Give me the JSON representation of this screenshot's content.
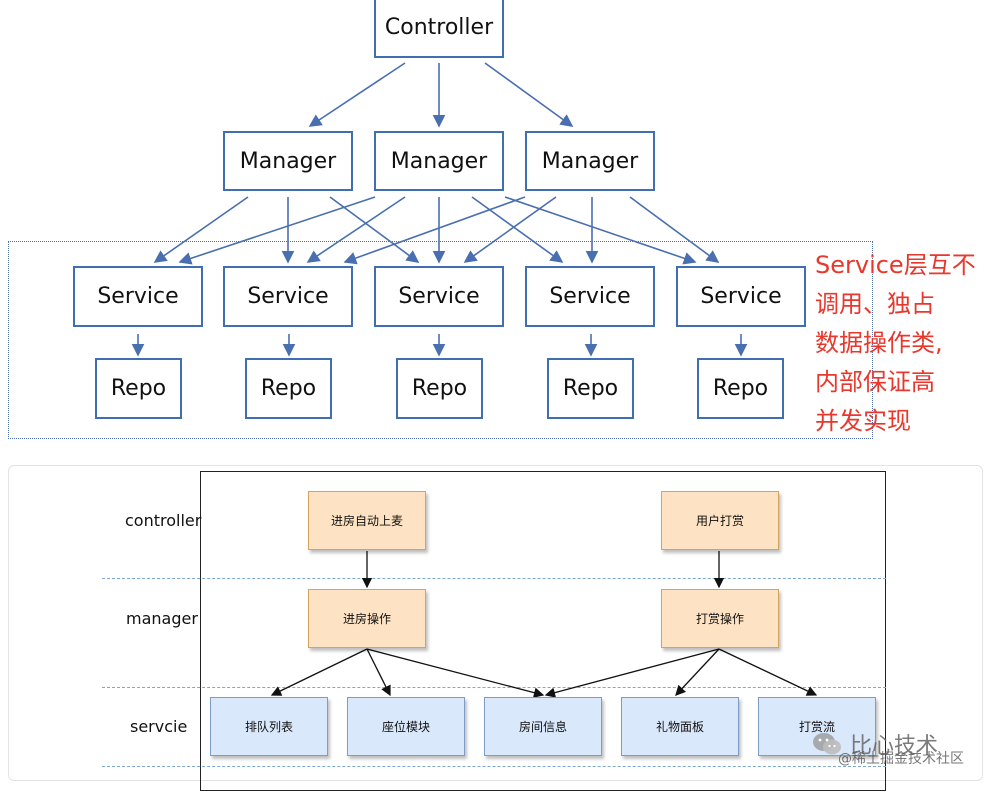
{
  "top": {
    "controller": "Controller",
    "managers": [
      "Manager",
      "Manager",
      "Manager"
    ],
    "services": [
      "Service",
      "Service",
      "Service",
      "Service",
      "Service"
    ],
    "repos": [
      "Repo",
      "Repo",
      "Repo",
      "Repo",
      "Repo"
    ],
    "note_lines": [
      "Service层互不",
      "调用、独占",
      "数据操作类,",
      "内部保证高",
      "并发实现"
    ],
    "colors": {
      "box_border": "#3f6fb0",
      "note": "#e8372c",
      "arrow": "#4a6fb0"
    }
  },
  "bottom": {
    "lanes": [
      "controller",
      "manager",
      "servcie"
    ],
    "controller_nodes": [
      "进房自动上麦",
      "用户打赏"
    ],
    "manager_nodes": [
      "进房操作",
      "打赏操作"
    ],
    "service_nodes": [
      "排队列表",
      "座位模块",
      "房间信息",
      "礼物面板",
      "打赏流"
    ],
    "colors": {
      "orange_fill": "#fde3c3",
      "blue_fill": "#dae8fb"
    }
  },
  "watermark": {
    "icon": "wechat-icon",
    "title": "比心技术",
    "subtitle": "@稀土掘金技术社区"
  }
}
